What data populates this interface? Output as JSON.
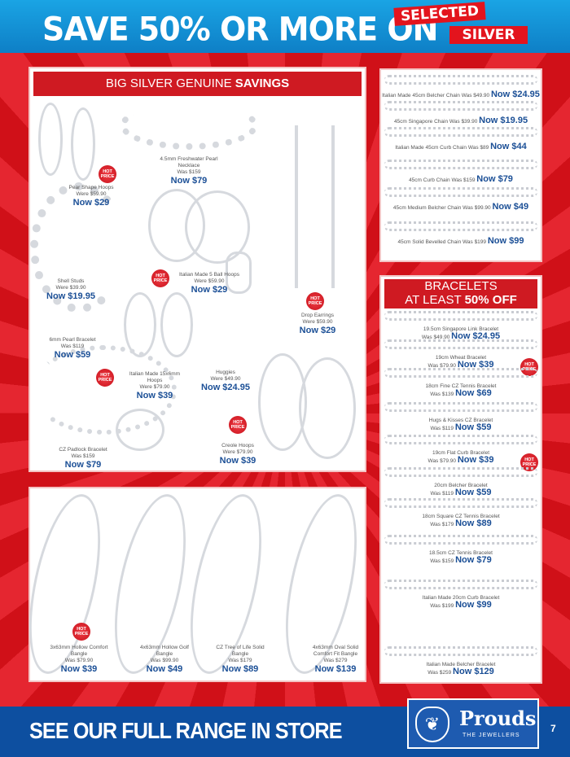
{
  "header": {
    "title": "SAVE 50% OR MORE ON",
    "tag1": "SELECTED",
    "tag2": "SILVER"
  },
  "hot_label": "HOT PRICE",
  "colors": {
    "brand_blue": "#0d4fa0",
    "header_blue": "#1aa4e4",
    "red": "#d8121b",
    "price_blue": "#1b4f96"
  },
  "silver_panel": {
    "title_a": "BIG SILVER GENUINE ",
    "title_b": "SAVINGS",
    "items": [
      {
        "name": "Pear Shape Hoops",
        "was": "Were $59.90",
        "now": "Now $29",
        "hot": true
      },
      {
        "name": "4.5mm Freshwater Pearl Necklace",
        "was": "Was $159",
        "now": "Now $79",
        "hot": false
      },
      {
        "name": "Shell Studs",
        "was": "Were $39.90",
        "now": "Now $19.95",
        "hot": false
      },
      {
        "name": "Italian Made 5 Ball Hoops",
        "was": "Were $59.90",
        "now": "Now $29",
        "hot": true
      },
      {
        "name": "Drop Earrings",
        "was": "Were $59.90",
        "now": "Now $29",
        "hot": true
      },
      {
        "name": "6mm Pearl Bracelet",
        "was": "Was $119",
        "now": "Now $59",
        "hot": false
      },
      {
        "name": "Italian Made 15x6mm Hoops",
        "was": "Were $79.90",
        "now": "Now $39",
        "hot": true
      },
      {
        "name": "Huggies",
        "was": "Were $49.90",
        "now": "Now $24.95",
        "hot": false
      },
      {
        "name": "CZ Padlock Bracelet",
        "was": "Was $159",
        "now": "Now $79",
        "hot": false
      },
      {
        "name": "Creole Hoops",
        "was": "Were $79.90",
        "now": "Now $39",
        "hot": true
      }
    ]
  },
  "bangles": [
    {
      "name": "3x63mm Hollow Comfort Bangle",
      "was": "Was $79.90",
      "now": "Now $39",
      "hot": true
    },
    {
      "name": "4x63mm Hollow Golf Bangle",
      "was": "Was $99.90",
      "now": "Now $49",
      "hot": false
    },
    {
      "name": "CZ Tree of Life Solid Bangle",
      "was": "Was $179",
      "now": "Now $89",
      "hot": false
    },
    {
      "name": "4x63mm Oval Solid Comfort Fit Bangle",
      "was": "Was $279",
      "now": "Now $139",
      "hot": false
    }
  ],
  "chains": [
    {
      "name": "Italian Made 45cm Belcher Chain",
      "was": "Was $49.90",
      "now": "Now $24.95"
    },
    {
      "name": "45cm Singapore Chain",
      "was": "Was $39.90",
      "now": "Now $19.95"
    },
    {
      "name": "Italian Made 45cm Curb Chain",
      "was": "Was $89",
      "now": "Now $44"
    },
    {
      "name": "45cm Curb Chain",
      "was": "Was $159",
      "now": "Now $79"
    },
    {
      "name": "45cm Medium Belcher Chain",
      "was": "Was $99.90",
      "now": "Now $49"
    },
    {
      "name": "45cm Solid Bevelled Chain",
      "was": "Was $199",
      "now": "Now $99"
    }
  ],
  "bracelets_panel": {
    "title_a": "BRACELETS",
    "title_b": "AT LEAST ",
    "title_c": "50% OFF",
    "items": [
      {
        "name": "19.5cm Singapore Link Bracelet",
        "was": "Was $49.90",
        "now": "Now $24.95",
        "hot": false
      },
      {
        "name": "19cm Wheat Bracelet",
        "was": "Was $79.90",
        "now": "Now $39",
        "hot": true
      },
      {
        "name": "18cm Fine CZ Tennis Bracelet",
        "was": "Was $139",
        "now": "Now $69",
        "hot": false
      },
      {
        "name": "Hugs & Kisses CZ Bracelet",
        "was": "Was $119",
        "now": "Now $59",
        "hot": false
      },
      {
        "name": "19cm Flat Curb Bracelet",
        "was": "Was $79.90",
        "now": "Now $39",
        "hot": true
      },
      {
        "name": "20cm Belcher Bracelet",
        "was": "Was $119",
        "now": "Now $59",
        "hot": false
      },
      {
        "name": "18cm Square CZ Tennis Bracelet",
        "was": "Was $179",
        "now": "Now $89",
        "hot": false
      },
      {
        "name": "18.5cm CZ Tennis Bracelet",
        "was": "Was $159",
        "now": "Now $79",
        "hot": false
      },
      {
        "name": "Italian Made 20cm Curb Bracelet",
        "was": "Was $199",
        "now": "Now $99",
        "hot": false
      },
      {
        "name": "Italian Made Belcher Bracelet",
        "was": "Was $259",
        "now": "Now $129",
        "hot": false
      }
    ]
  },
  "footer": {
    "text": "SEE OUR FULL RANGE IN STORE",
    "logo_name": "Prouds",
    "logo_sub": "THE JEWELLERS",
    "page": "7"
  }
}
